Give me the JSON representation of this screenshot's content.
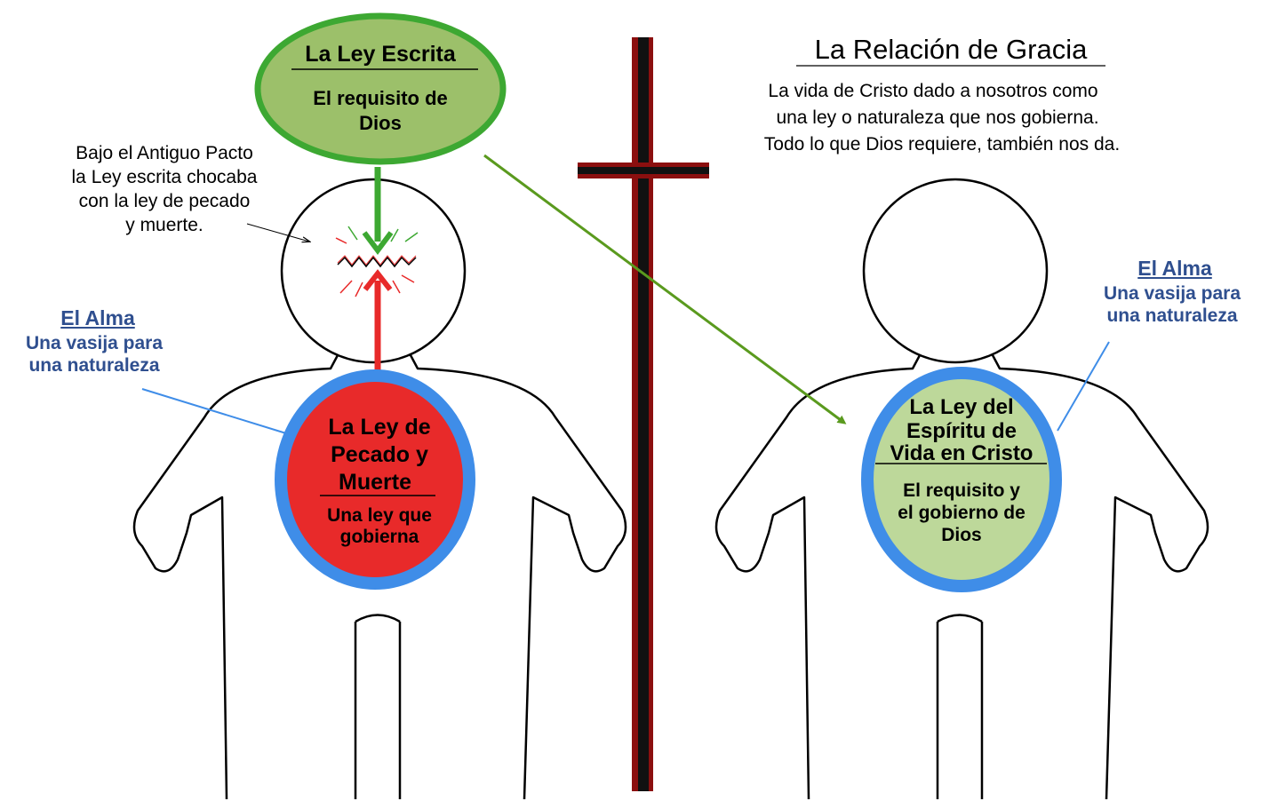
{
  "colors": {
    "figure_stroke": "#000000",
    "soul_ring": "#3f8de8",
    "law_green_fill": "#9cc06a",
    "law_green_stroke": "#3da832",
    "sin_red": "#e82a2a",
    "spirit_fill": "#bdd89a",
    "cross_dark": "#111111",
    "cross_red": "#8b0f0f",
    "label_blue": "#2f4f8f"
  },
  "top_oval": {
    "title": "La Ley Escrita",
    "subtitle_line1": "El requisito de",
    "subtitle_line2": "Dios"
  },
  "left": {
    "note_line1": "Bajo el Antiguo Pacto",
    "note_line2": "la Ley escrita chocaba",
    "note_line3": "con la ley de pecado",
    "note_line4": "y muerte.",
    "soul_title": "El Alma",
    "soul_line1": "Una vasija para",
    "soul_line2": "una naturaleza",
    "core_title_line1": "La Ley de",
    "core_title_line2": "Pecado y",
    "core_title_line3": "Muerte",
    "core_sub_line1": "Una ley que",
    "core_sub_line2": "gobierna"
  },
  "right": {
    "heading": "La Relación de Gracia",
    "desc_line1": "La vida de Cristo dado a nosotros como",
    "desc_line2": "una ley o naturaleza que nos gobierna.",
    "desc_line3": "Todo lo que Dios requiere, también nos da.",
    "soul_title": "El Alma",
    "soul_line1": "Una vasija para",
    "soul_line2": "una naturaleza",
    "core_title_line1": "La Ley del",
    "core_title_line2": "Espíritu de",
    "core_title_line3": "Vida en Cristo",
    "core_sub_line1": "El requisito y",
    "core_sub_line2": "el gobierno de",
    "core_sub_line3": "Dios"
  }
}
